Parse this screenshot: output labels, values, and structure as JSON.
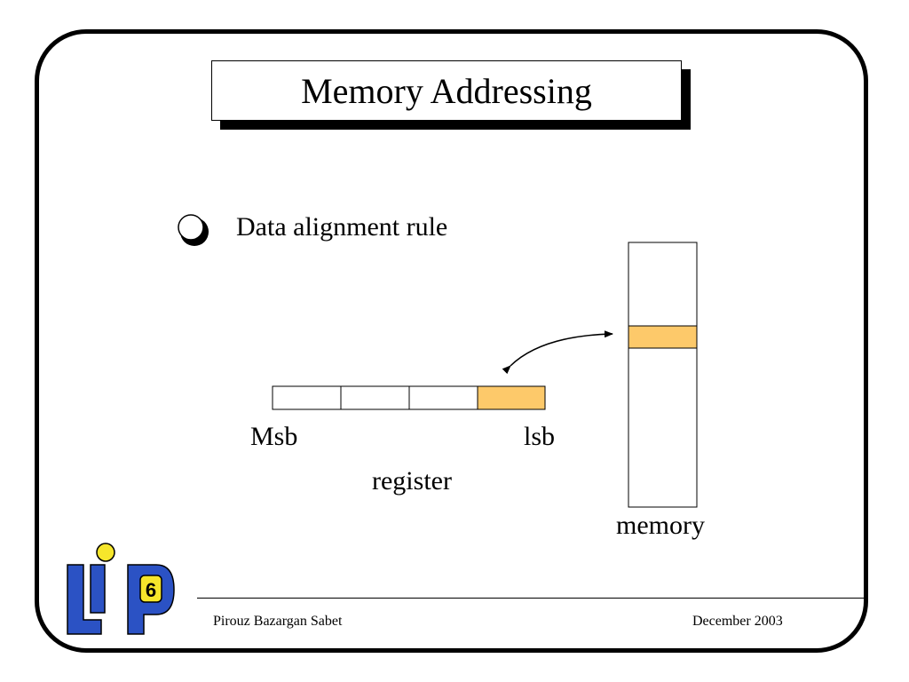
{
  "slide": {
    "title": "Memory Addressing",
    "bullet": "Data alignment rule"
  },
  "diagram": {
    "register_label": "register",
    "msb_label": "Msb",
    "lsb_label": "lsb",
    "memory_label": "memory",
    "highlight_color": "#fdc96a"
  },
  "footer": {
    "author": "Pirouz Bazargan Sabet",
    "date": "December 2003"
  },
  "logo": {
    "text": "LIP6",
    "digit": "6",
    "blue": "#2b52c4",
    "yellow": "#f6e62b"
  }
}
